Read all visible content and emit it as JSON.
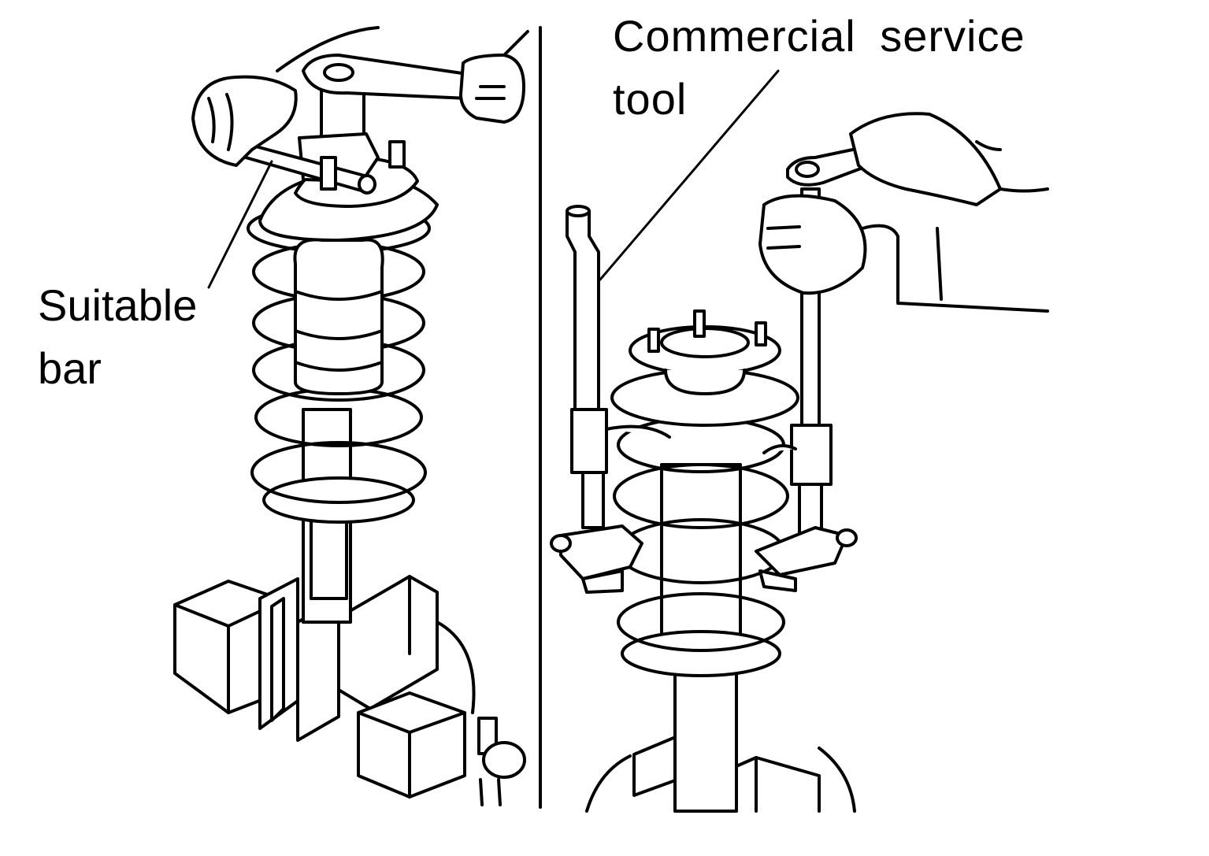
{
  "labels": {
    "suitable_bar": {
      "line1": "Suitable",
      "line2": "bar"
    },
    "commercial_service_tool": {
      "line1": "Commercial service",
      "line2": "tool"
    }
  },
  "colors": {
    "ink": "#000000",
    "paper": "#ffffff"
  }
}
